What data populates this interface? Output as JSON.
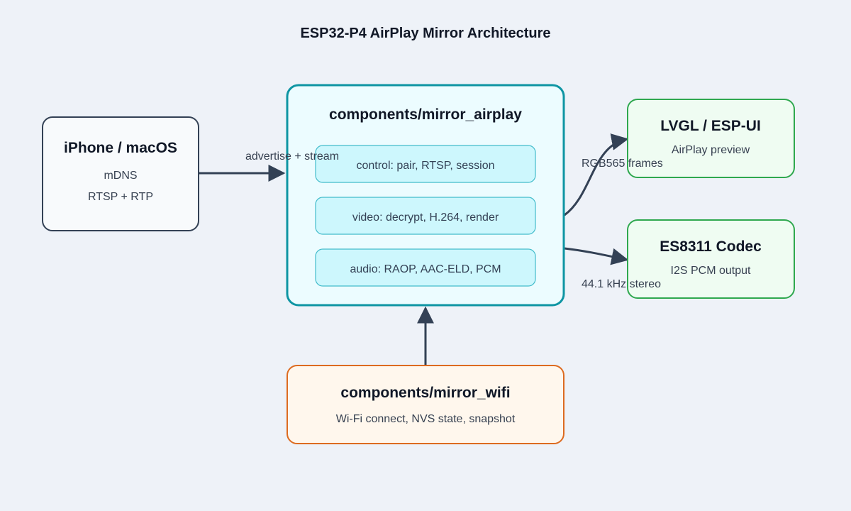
{
  "title": "ESP32-P4 AirPlay Mirror Architecture",
  "colors": {
    "background": "#eef2f8",
    "source_border": "#334155",
    "core_border": "#0e95a3",
    "core_fill": "#ecfcff",
    "inner_fill": "#cdf7fd",
    "output_border": "#2fa84f",
    "output_fill": "#effcf2",
    "wifi_border": "#dd6b20",
    "wifi_fill": "#fff7ed",
    "arrow": "#334155"
  },
  "source": {
    "title": "iPhone / macOS",
    "lines": [
      "mDNS",
      "RTSP + RTP"
    ]
  },
  "core": {
    "title": "components/mirror_airplay",
    "modules": [
      "control: pair, RTSP, session",
      "video: decrypt, H.264, render",
      "audio: RAOP, AAC-ELD, PCM"
    ]
  },
  "lvgl": {
    "title": "LVGL / ESP-UI",
    "subtitle": "AirPlay preview"
  },
  "codec": {
    "title": "ES8311 Codec",
    "subtitle": "I2S PCM output"
  },
  "wifi": {
    "title": "components/mirror_wifi",
    "subtitle": "Wi-Fi connect, NVS state, snapshot"
  },
  "edges": {
    "source_to_core": "advertise + stream",
    "core_to_lvgl": "RGB565 frames",
    "core_to_codec": "44.1 kHz stereo"
  }
}
